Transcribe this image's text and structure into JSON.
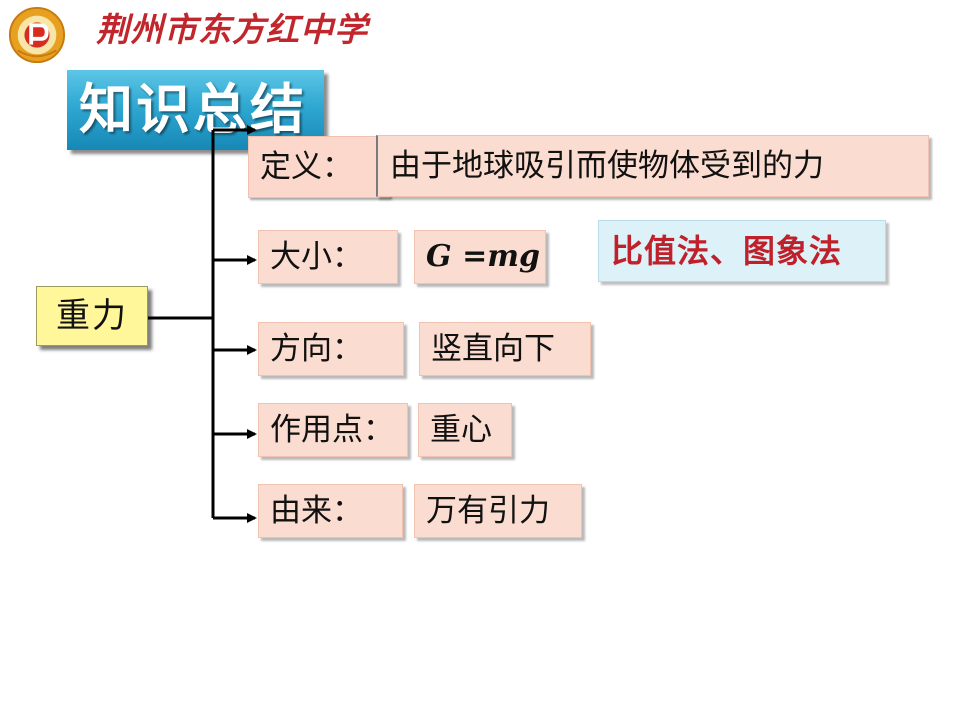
{
  "header": {
    "school_name": "荆州市东方红中学"
  },
  "title": "知识总结",
  "main_topic": "重力",
  "branches": [
    {
      "label": "定义：",
      "value": "由于地球吸引而使物体受到的力"
    },
    {
      "label": "大小：",
      "value": "G =mg"
    },
    {
      "label": "方向：",
      "value": "竖直向下"
    },
    {
      "label": "作用点：",
      "value": "重心"
    },
    {
      "label": "由来：",
      "value": "万有引力"
    }
  ],
  "method_note": "比值法、图象法",
  "colors": {
    "title_bg": "#2fa8d2",
    "main_box_bg": "#fff799",
    "branch_box_bg": "#fbdcd0",
    "method_box_bg": "#dcf1f8",
    "method_text": "#c0202a",
    "school_name": "#c0262c"
  },
  "icons": [
    "school-logo-icon"
  ]
}
